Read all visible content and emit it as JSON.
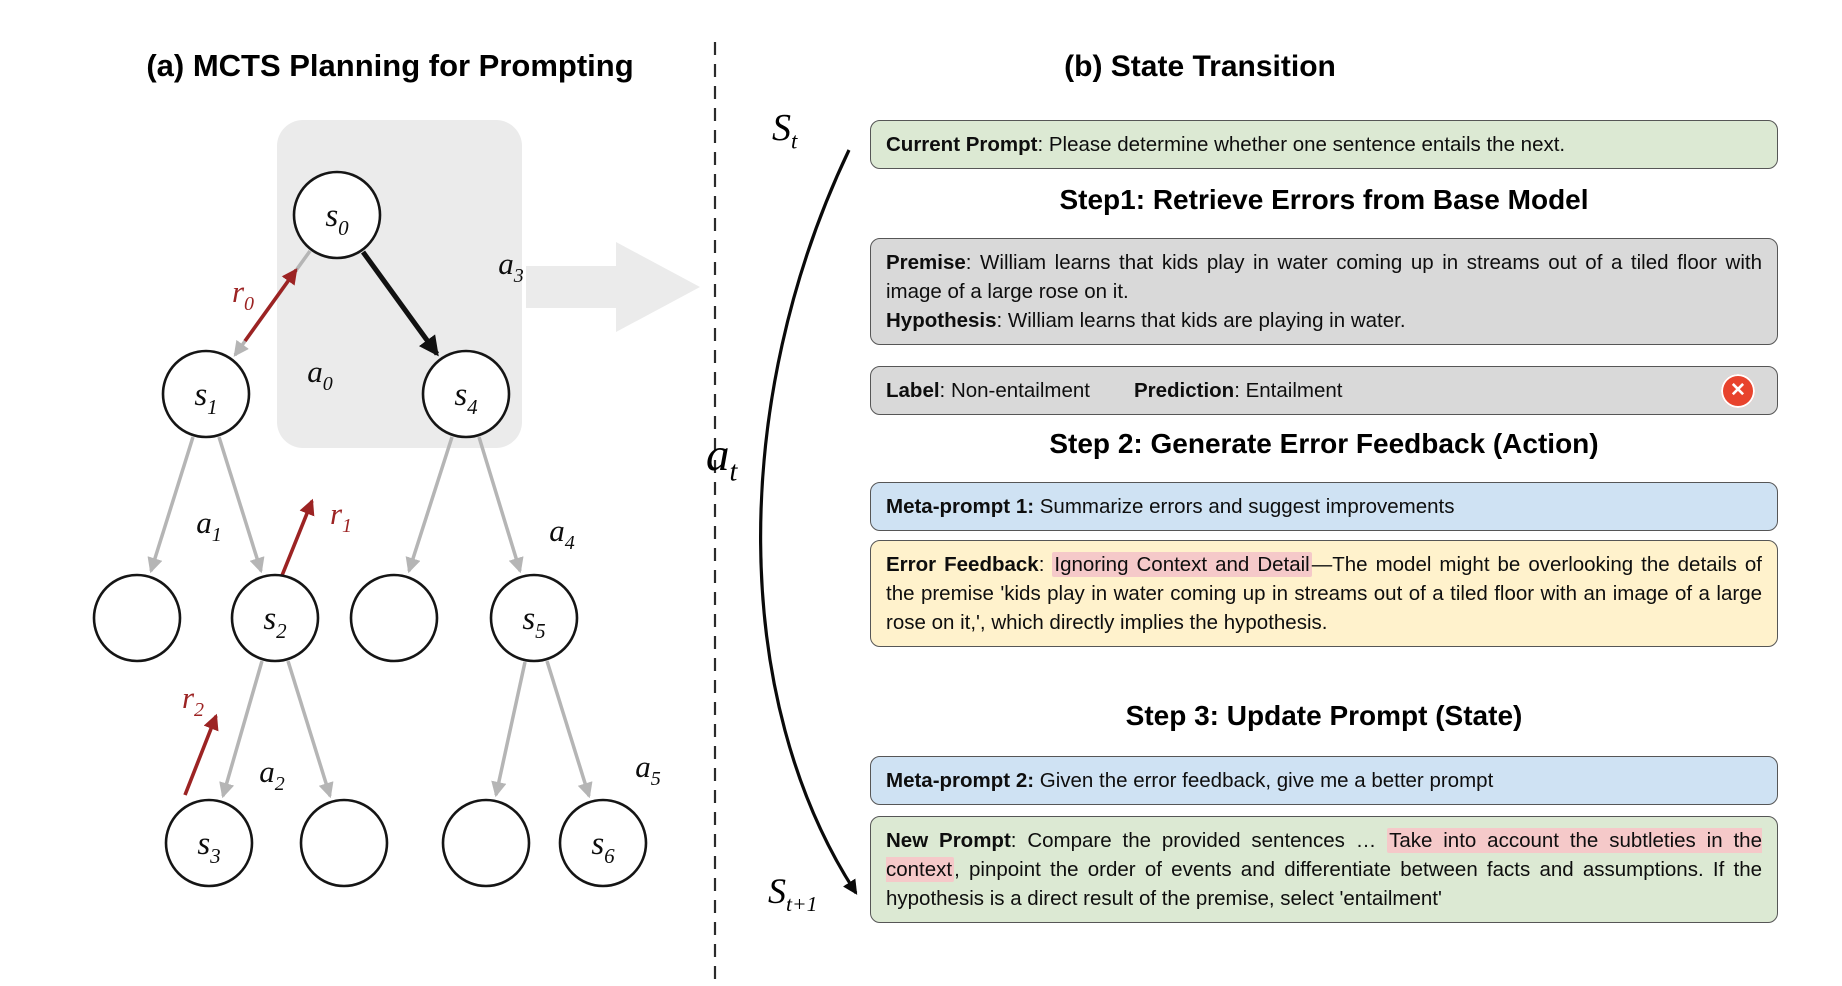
{
  "panel_a": {
    "title": "(a) MCTS Planning for Prompting",
    "nodes": {
      "s0": {
        "base": "s",
        "sub": "0"
      },
      "s1": {
        "base": "s",
        "sub": "1"
      },
      "s2": {
        "base": "s",
        "sub": "2"
      },
      "s3": {
        "base": "s",
        "sub": "3"
      },
      "s4": {
        "base": "s",
        "sub": "4"
      },
      "s5": {
        "base": "s",
        "sub": "5"
      },
      "s6": {
        "base": "s",
        "sub": "6"
      }
    },
    "edge_labels": {
      "a0": {
        "base": "a",
        "sub": "0"
      },
      "a1": {
        "base": "a",
        "sub": "1"
      },
      "a2": {
        "base": "a",
        "sub": "2"
      },
      "a3": {
        "base": "a",
        "sub": "3"
      },
      "a4": {
        "base": "a",
        "sub": "4"
      },
      "a5": {
        "base": "a",
        "sub": "5"
      }
    },
    "reward_labels": {
      "r0": {
        "base": "r",
        "sub": "0"
      },
      "r1": {
        "base": "r",
        "sub": "1"
      },
      "r2": {
        "base": "r",
        "sub": "2"
      }
    }
  },
  "panel_b": {
    "title": "(b) State Transition",
    "state_labels": {
      "s_t": {
        "base": "S",
        "sub": "t"
      },
      "a_t": {
        "base": "a",
        "sub": "t"
      },
      "s_t1": {
        "base": "S",
        "sub": "t+1"
      }
    },
    "current_prompt": {
      "label": "Current Prompt",
      "text": ": Please determine whether one sentence entails the next."
    },
    "step1_heading": "Step1: Retrieve Errors from Base Model",
    "premise": {
      "label": "Premise",
      "text": ": William learns that kids play in water coming up in streams out of a tiled floor with  image of a large rose on it.",
      "label2": "Hypothesis",
      "text2": ": William learns that kids are playing in water."
    },
    "label_prediction": {
      "label1": "Label",
      "value1": ": Non-entailment",
      "label2": "Prediction",
      "value2": ": Entailment",
      "error_icon": "✕"
    },
    "step2_heading": "Step 2: Generate Error Feedback (Action)",
    "meta_prompt_1": {
      "label": "Meta-prompt 1:",
      "text": " Summarize errors and suggest improvements"
    },
    "error_feedback": {
      "label": "Error Feedback",
      "prefix": ": ",
      "highlight": "Ignoring Context and Detail",
      "rest": "—The model might be overlooking the details of the premise 'kids play in water coming up in streams out of a tiled floor with an image of a large rose on it,', which directly implies the hypothesis."
    },
    "step3_heading": "Step 3: Update Prompt (State)",
    "meta_prompt_2": {
      "label": "Meta-prompt 2:",
      "text": " Given the error feedback, give me a better prompt"
    },
    "new_prompt": {
      "label": "New Prompt",
      "prefix": ": Compare the provided sentences … ",
      "highlight": "Take into account the subtleties in the context",
      "rest": ", pinpoint the order of events and differentiate between facts and assumptions. If the hypothesis is a direct result of the premise, select 'entailment'"
    }
  },
  "colors": {
    "green": "#dce9d3",
    "gray": "#d9d9d9",
    "blue": "#cfe2f3",
    "yellow": "#fff2cc",
    "pink": "#f5c9c9",
    "red": "#e8432d",
    "dark_red": "#9c2323",
    "edge_gray": "#b5b5b5",
    "panel_gray": "#ebebeb"
  }
}
